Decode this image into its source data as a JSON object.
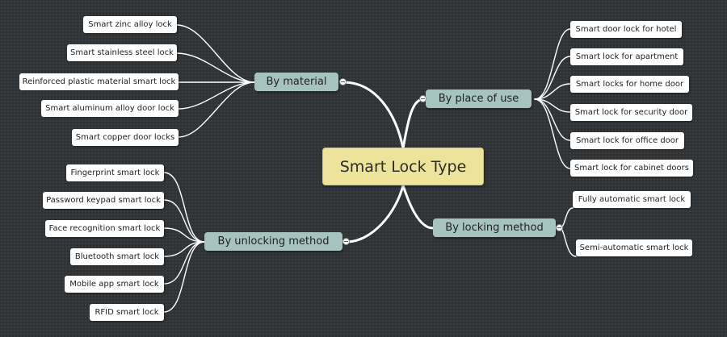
{
  "root": {
    "label": "Smart Lock Type"
  },
  "branches": [
    {
      "id": "material",
      "label": "By material",
      "leaves": [
        "Smart zinc alloy lock",
        "Smart stainless steel lock",
        "Reinforced plastic material smart lock",
        "Smart aluminum alloy door lock",
        "Smart copper door locks"
      ]
    },
    {
      "id": "place",
      "label": "By place of use",
      "leaves": [
        "Smart door lock for hotel",
        "Smart lock for apartment",
        "Smart locks for home door",
        "Smart lock for security door",
        "Smart lock for office door",
        "Smart lock for cabinet doors"
      ]
    },
    {
      "id": "unlocking",
      "label": "By unlocking method",
      "leaves": [
        "Fingerprint smart lock",
        "Password keypad smart lock",
        "Face recognition smart lock",
        "Bluetooth smart lock",
        "Mobile app smart lock",
        "RFID smart lock"
      ]
    },
    {
      "id": "locking",
      "label": "By locking method",
      "leaves": [
        "Fully automatic smart lock",
        "Semi-automatic smart lock"
      ]
    }
  ],
  "colors": {
    "background": "#2f3335",
    "root": "#ede39a",
    "branch": "#a7c3bf",
    "leaf": "#ffffff",
    "connector": "#ffffff"
  }
}
